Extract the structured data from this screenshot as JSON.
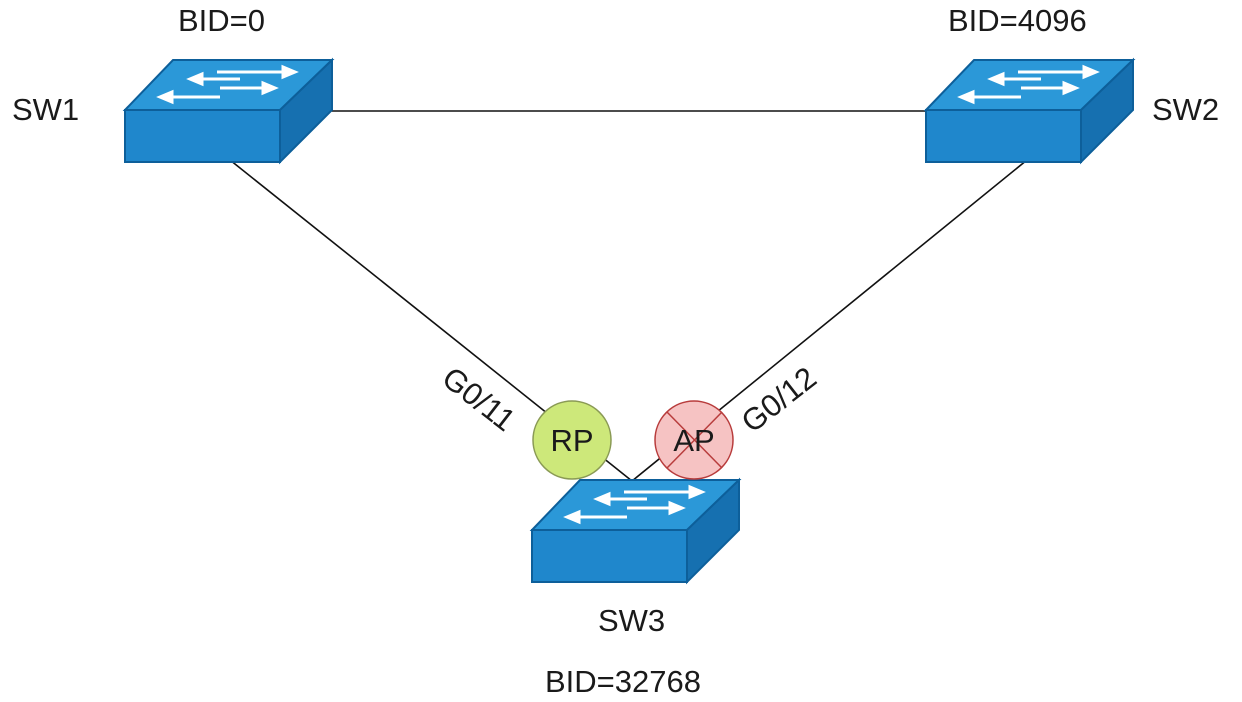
{
  "switches": {
    "sw1": {
      "name": "SW1",
      "bid": "BID=0"
    },
    "sw2": {
      "name": "SW2",
      "bid": "BID=4096"
    },
    "sw3": {
      "name": "SW3",
      "bid": "BID=32768"
    }
  },
  "interfaces": {
    "sw3_to_sw1": "G0/11",
    "sw3_to_sw2": "G0/12"
  },
  "ports": {
    "root_port": {
      "label": "RP",
      "color": "#cde87a",
      "blocked": false
    },
    "alternate_port": {
      "label": "AP",
      "color": "#f6c3c3",
      "cross_color": "#b83c3c",
      "blocked": true
    }
  },
  "colors": {
    "switch_top": "#2b98d8",
    "switch_front": "#1f87cc",
    "switch_side": "#1670b0",
    "switch_edge": "#0d5f9a",
    "arrow": "#ffffff",
    "link": "#111111"
  }
}
